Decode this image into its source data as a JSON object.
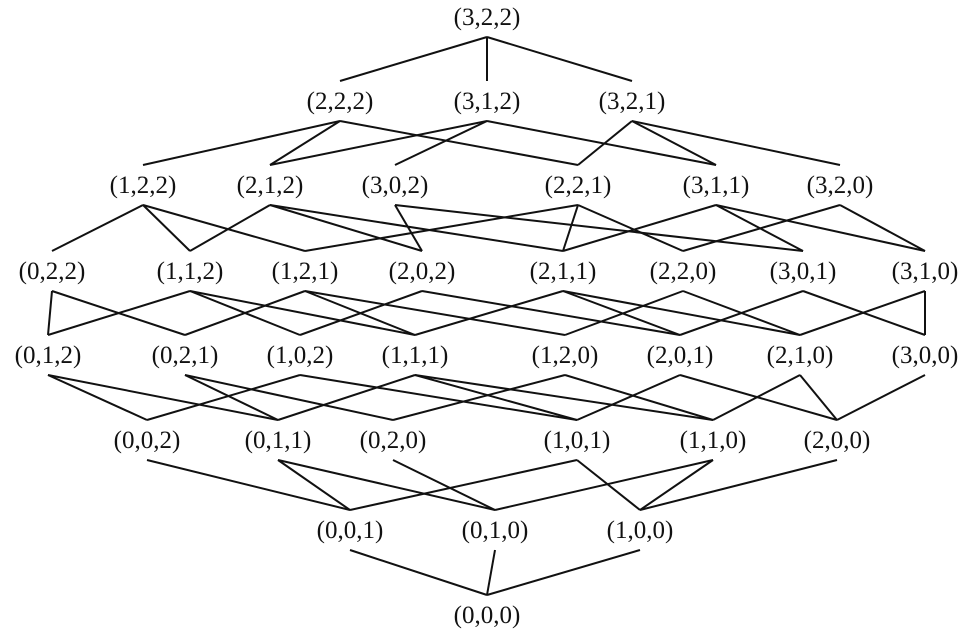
{
  "diagram": {
    "type": "hasse-diagram",
    "line_color": "#111111",
    "ranks": [
      [
        "(0,0,0)"
      ],
      [
        "(0,0,1)",
        "(0,1,0)",
        "(1,0,0)"
      ],
      [
        "(0,0,2)",
        "(0,1,1)",
        "(0,2,0)",
        "(1,0,1)",
        "(1,1,0)",
        "(2,0,0)"
      ],
      [
        "(0,1,2)",
        "(0,2,1)",
        "(1,0,2)",
        "(1,1,1)",
        "(1,2,0)",
        "(2,0,1)",
        "(2,1,0)",
        "(3,0,0)"
      ],
      [
        "(0,2,2)",
        "(1,1,2)",
        "(1,2,1)",
        "(2,0,2)",
        "(2,1,1)",
        "(2,2,0)",
        "(3,0,1)",
        "(3,1,0)"
      ],
      [
        "(1,2,2)",
        "(2,1,2)",
        "(3,0,2)",
        "(2,2,1)",
        "(3,1,1)",
        "(3,2,0)"
      ],
      [
        "(2,2,2)",
        "(3,1,2)",
        "(3,2,1)"
      ],
      [
        "(3,2,2)"
      ]
    ]
  }
}
